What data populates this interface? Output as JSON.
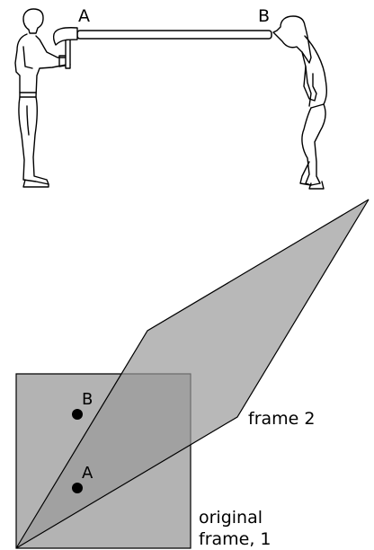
{
  "top_scene": {
    "label_a": "A",
    "label_b": "B"
  },
  "bottom_diagram": {
    "point_b_label": "B",
    "point_a_label": "A",
    "frame2_label": "frame 2",
    "frame1_label_line1": "original",
    "frame1_label_line2": "frame, 1"
  },
  "colors": {
    "frame_fill": "#9a9a9a",
    "stroke": "#000000",
    "background": "#ffffff"
  }
}
